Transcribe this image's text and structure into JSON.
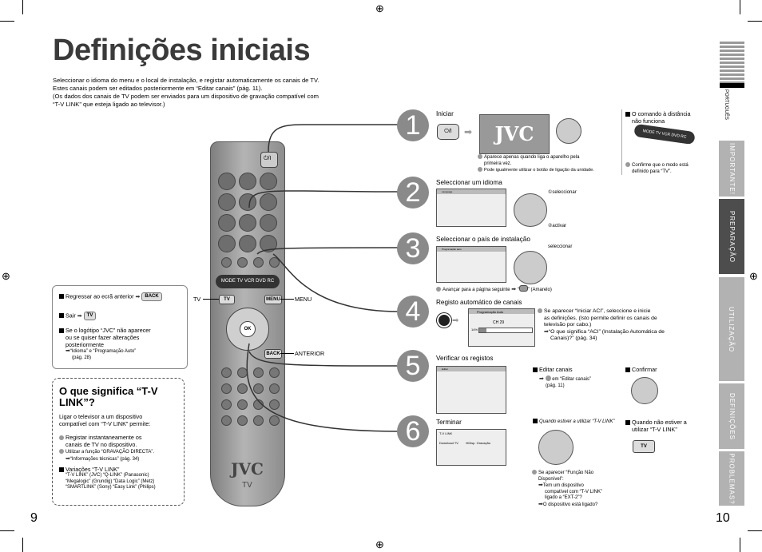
{
  "title": "Definições iniciais",
  "intro": {
    "l1": "Seleccionar o idioma do menu e o local de instalação, e registar automaticamente os canais de TV.",
    "l2": "Estes canais podem ser editados posteriormente em “Editar canais” (pág. 11).",
    "l3": "(Os dados dos canais de TV podem ser enviados para um dispositivo  de gravação compatível com",
    "l4": "“T-V LINK” que esteja ligado ao televisor.)"
  },
  "remote": {
    "tv_label": "TV",
    "menu_label": "MENU",
    "anterior_label": "ANTERIOR",
    "brand": "JVC",
    "model": "TV",
    "ok": "OK",
    "back": "BACK",
    "menu_btn": "MENU",
    "tv_btn": "TV",
    "mode": "MODE",
    "mode_items": "TV VCR DVD RC"
  },
  "hints": {
    "back_text": "Regressar ao ecrã anterior",
    "exit_text": "Sair",
    "logo_text1": "Se o logótipo “JVC” não aparecer",
    "logo_text2": "ou se quiser fazer alterações",
    "logo_text3": "posteriormente",
    "logo_ref1": "“Idioma” e “Programação Auto”",
    "logo_ref2": "(pág. 28)"
  },
  "tvlink_box": {
    "heading": "O que significa “T-V LINK”?",
    "p1": "Ligar o televisor a um dispositivo",
    "p2": "compatível com “T-V LINK” permite:",
    "b1a": "Registar instantaneamente os",
    "b1b": "canais de TV no dispositivo.",
    "b2": "Utilizar a função “GRAVAÇÃO DIRECTA”.",
    "b2ref": "“Informações técnicas”",
    "b2page": "(pág. 34)",
    "var_head": "Variações “T-V LINK”",
    "v1": "“T-V LINK” (JVC) “Q-LINK” (Panasonic)",
    "v2": "“Megalogic” (Grundig) “Data Logic” (Metz)",
    "v3": "“SMARTLINK” (Sony) “Easy Link” (Philips)"
  },
  "steps": [
    {
      "num": "1",
      "label": "Iniciar"
    },
    {
      "num": "2",
      "label": "Seleccionar um idioma"
    },
    {
      "num": "3",
      "label": "Seleccionar o país de instalação"
    },
    {
      "num": "4",
      "label": "Registo automático de canais"
    },
    {
      "num": "5",
      "label": "Verificar os registos"
    },
    {
      "num": "6",
      "label": "Terminar"
    }
  ],
  "step1": {
    "n1a": "Aparece apenas quando liga o aparelho pela",
    "n1b": "primeira vez.",
    "n2": "Pode igualmente utilizar o botão de ligação da unidade.",
    "remote_note1": "O comando à distância",
    "remote_note2": "não funciona",
    "confirm1": "Confirme que o modo está",
    "confirm2": "definido para “TV”.",
    "screen_logo": "JVC",
    "power_btn": "⏻/I"
  },
  "step2": {
    "select": "①seleccionar",
    "activate": "②activar",
    "screen_title": "Language"
  },
  "step3": {
    "select": "seleccionar",
    "next": "Avançar para a página seguinte",
    "next2": "” (Amarelo)",
    "screen_title": "Programação auto"
  },
  "step4": {
    "screen_title": "Programação Auto",
    "ch": "CH  29",
    "pct": "14%",
    "t1": "Se aparecer “Iniciar ACI”, seleccione e inicie",
    "t2": "as definições. (Isto permite definir os canais de",
    "t3": "televisão por cabo.)",
    "t4": "“O que significa “ACI” (Instalação Automática de",
    "t5": "Canais)?” (pág. 34)"
  },
  "step5": {
    "edit": "Editar canais",
    "edit_ref1": "em “Editar canais”",
    "edit_ref2": "(pág. 11)",
    "confirm": "Confirmar",
    "screen_title": "Editar"
  },
  "step6": {
    "screen_title": "T-V LINK",
    "screen_row": "Download TV",
    "screen_row2": "Disp. Gravação",
    "when1": "Quando estiver a utilizar “T-V LINK”",
    "when2a": "Quando não estiver a",
    "when2b": "utilizar “T-V LINK”",
    "q1a": "Se aparecer “Função Não",
    "q1b": "Disponível”:",
    "q2a": "Tem um dispositivo",
    "q2b": "compatível com “T-V LINK”",
    "q2c": "ligado a “EXT-2”?",
    "q3": "O dispositivo está ligado?"
  },
  "sidebar": {
    "language": "PORTUGUÊS",
    "tabs": [
      "IMPORTANTE!",
      "PREPARAÇÃO",
      "UTILIZAÇÃO",
      "DEFINIÇÕES",
      "PROBLEMAS?"
    ]
  },
  "pages": {
    "left": "9",
    "right": "10"
  },
  "colors": {
    "tab_gray": "#b2b2b2",
    "tab_active": "#4d4d4d",
    "step_circle": "#8a8a8a",
    "remote_body": "#9a9a9a"
  }
}
